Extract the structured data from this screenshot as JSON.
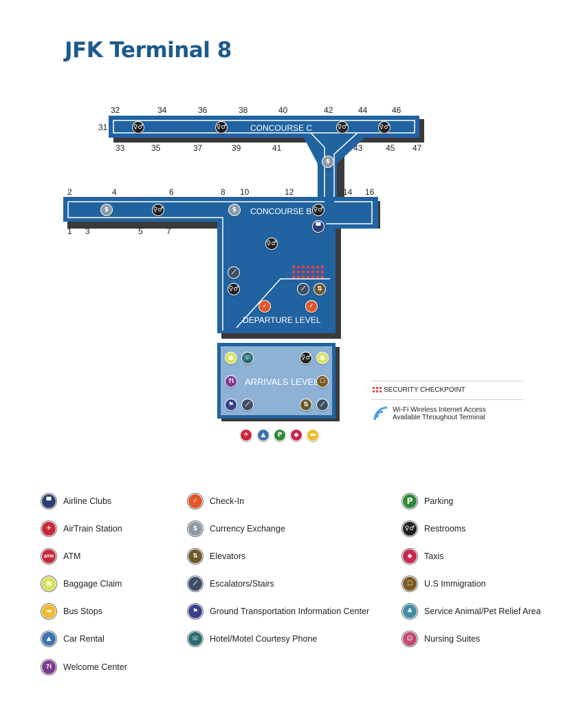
{
  "title": "JFK Terminal 8",
  "colors": {
    "terminal_fill": "#2163a0",
    "terminal_shadow": "#333333",
    "arrivals_fill": "#8db2d6",
    "security": "#e0424a",
    "title": "#1d5a8c"
  },
  "concourse_c": {
    "label": "CONCOURSE C",
    "gates_top": [
      "32",
      "34",
      "36",
      "38",
      "40",
      "42",
      "44",
      "46"
    ],
    "gates_side": [
      "31"
    ],
    "gates_bottom": [
      "33",
      "35",
      "37",
      "39",
      "41",
      "43",
      "45",
      "47"
    ]
  },
  "concourse_b": {
    "label": "CONCOURSE B",
    "gates_top": [
      "2",
      "4",
      "6",
      "8",
      "10",
      "12",
      "14",
      "16"
    ],
    "gates_bottom": [
      "1",
      "3",
      "5",
      "7"
    ]
  },
  "departure_level": {
    "label": "DEPARTURE LEVEL"
  },
  "arrivals_level": {
    "label": "ARRIVALS LEVEL"
  },
  "key": {
    "security": "SECURITY CHECKPOINT",
    "wifi_line1": "Wi-Fi Wireless Internet Access",
    "wifi_line2": "Available Throughout Terminal"
  },
  "icon_glyphs": {
    "airline_clubs": "▀",
    "airtrain": "✈",
    "atm": "ATM",
    "baggage": "▣",
    "bus": "▬",
    "car_rental": "▲",
    "welcome": "?i",
    "checkin": "✓",
    "currency": "$",
    "elevators": "⇅",
    "escalators": "⟋",
    "ground_transport": "⚑",
    "hotel": "☏",
    "parking": "P",
    "restrooms": "♀♂",
    "taxis": "◆",
    "immigration": "☐",
    "service_animal": "♣",
    "nursing": "☺"
  },
  "legend": {
    "col1": [
      {
        "label": "Airline Clubs",
        "icon": "airline-clubs-icon",
        "color": "#2c3e72"
      },
      {
        "label": "AirTrain Station",
        "icon": "airtrain-icon",
        "color": "#c8283a"
      },
      {
        "label": "ATM",
        "icon": "atm-icon",
        "color": "#c8283a"
      },
      {
        "label": "Baggage Claim",
        "icon": "baggage-claim-icon",
        "color": "#d7e05a"
      },
      {
        "label": "Bus Stops",
        "icon": "bus-stop-icon",
        "color": "#f2b92c"
      },
      {
        "label": "Car Rental",
        "icon": "car-rental-icon",
        "color": "#3a73b0"
      },
      {
        "label": "Welcome Center",
        "icon": "welcome-center-icon",
        "color": "#7b3b8f"
      }
    ],
    "col2": [
      {
        "label": "Check-In",
        "icon": "check-in-icon",
        "color": "#e2562a"
      },
      {
        "label": "Currency Exchange",
        "icon": "currency-exchange-icon",
        "color": "#8c9aa6"
      },
      {
        "label": "Elevators",
        "icon": "elevator-icon",
        "color": "#6b5a2c"
      },
      {
        "label": "Escalators/Stairs",
        "icon": "escalator-icon",
        "color": "#3d4f66"
      },
      {
        "label": "Ground Transportation Information Center",
        "icon": "ground-transport-icon",
        "color": "#3a3f8f"
      },
      {
        "label": "Hotel/Motel Courtesy Phone",
        "icon": "hotel-phone-icon",
        "color": "#2b6a73"
      }
    ],
    "col3": [
      {
        "label": "Parking",
        "icon": "parking-icon",
        "color": "#2f8a3a"
      },
      {
        "label": "Restrooms",
        "icon": "restroom-icon",
        "color": "#1f1f1f"
      },
      {
        "label": "Taxis",
        "icon": "taxi-icon",
        "color": "#c8284d"
      },
      {
        "label": "U.S Immigration",
        "icon": "immigration-icon",
        "color": "#7a5a1f"
      },
      {
        "label": "Service Animal/Pet Relief Area",
        "icon": "service-animal-icon",
        "color": "#3f8ea5"
      },
      {
        "label": "Nursing Suites",
        "icon": "nursing-suite-icon",
        "color": "#c24a74"
      }
    ]
  }
}
